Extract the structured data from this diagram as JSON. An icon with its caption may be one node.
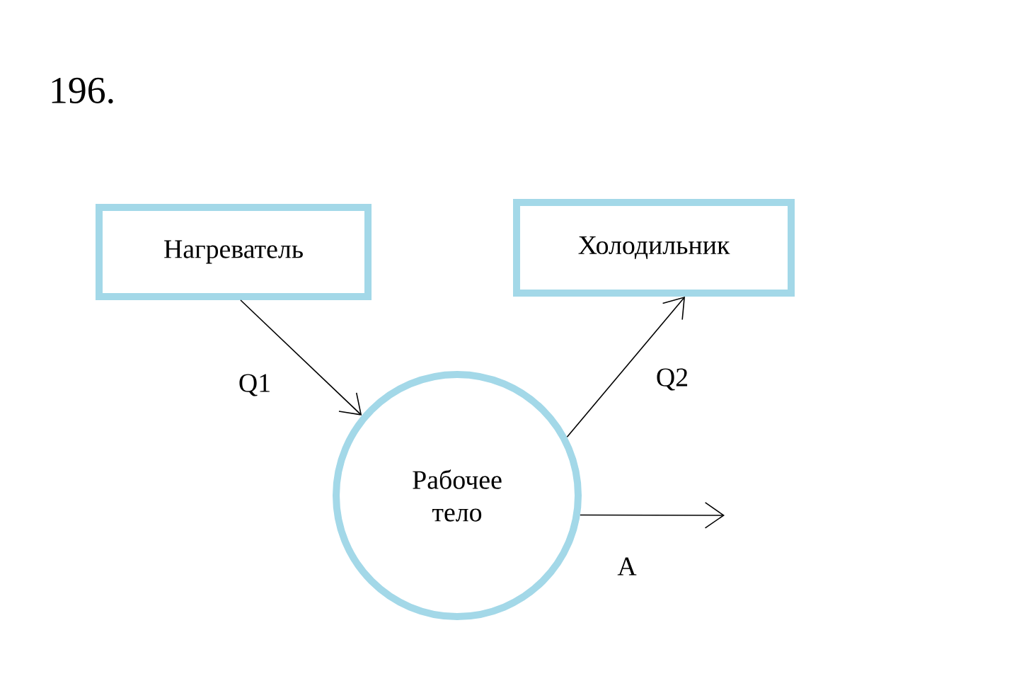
{
  "diagram": {
    "nodes": [
      {
        "text": [
          "Нагреватель"
        ]
      },
      {
        "text": [
          "Холодильник"
        ]
      },
      {
        "text": [
          "Рабочее тело"
        ]
      }
    ],
    "edges": [
      {
        "from": 0,
        "to": 2,
        "arrow": "to",
        "label": "Q1"
      },
      {
        "from": 2,
        "to": 1,
        "arrow": "to",
        "label": "Q2"
      },
      {
        "from": 2,
        "to": null,
        "arrow": "to",
        "label": "A"
      }
    ],
    "labels": [
      "196."
    ]
  }
}
